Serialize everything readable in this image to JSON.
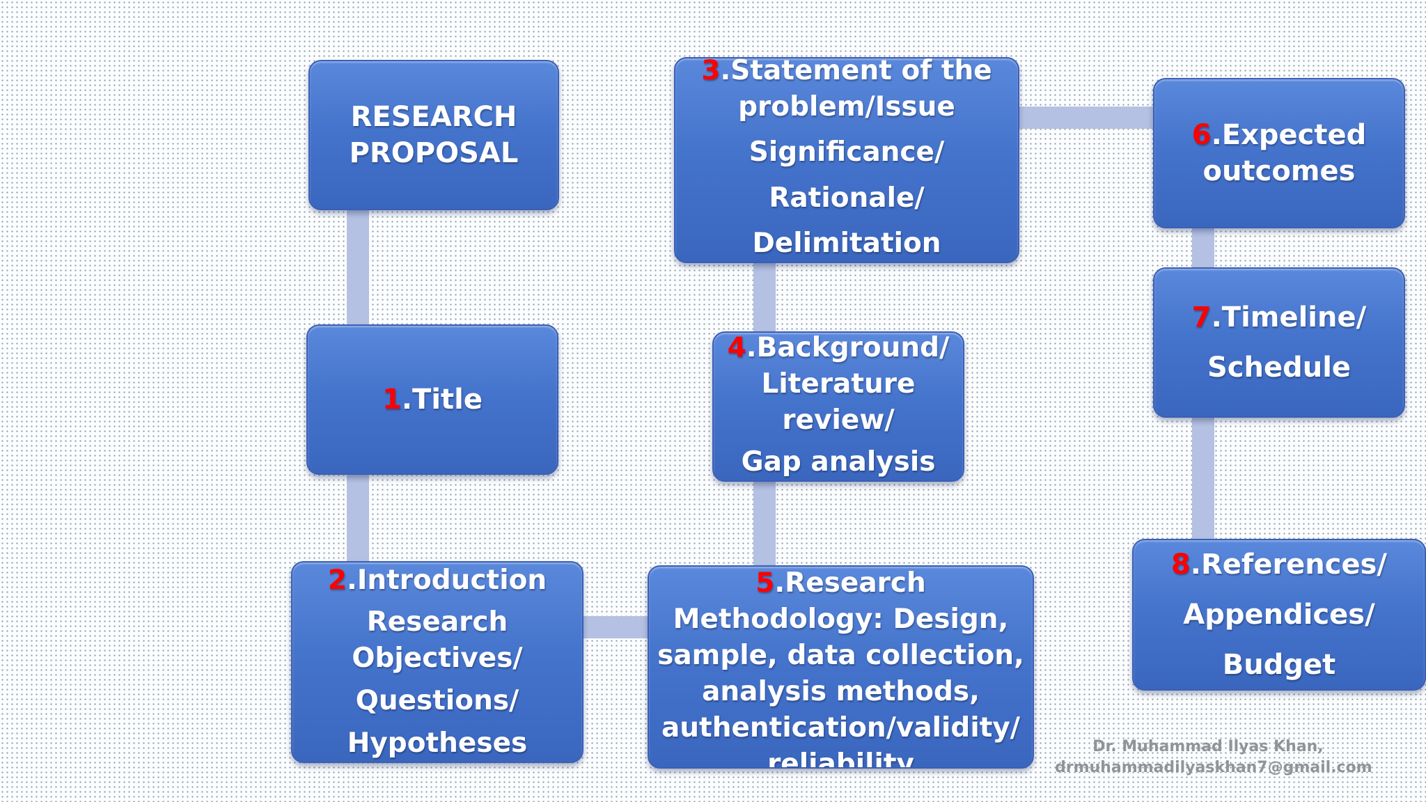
{
  "boxes": {
    "proposal": [
      "RESEARCH",
      "PROPOSAL"
    ],
    "title": {
      "num": "1",
      "text": ".Title"
    },
    "introduction": {
      "num": "2",
      "first": ".Introduction",
      "lines": [
        "Research",
        "Objectives/",
        "Questions/",
        "Hypotheses"
      ]
    },
    "statement": {
      "num": "3",
      "first": ".Statement of the",
      "lines": [
        "problem/Issue",
        "Significance/",
        "Rationale/",
        "Delimitation"
      ]
    },
    "background": {
      "num": "4",
      "first": ".Background/",
      "lines": [
        "Literature",
        "review/",
        "Gap analysis"
      ]
    },
    "methodology": {
      "num": "5",
      "first": ".Research",
      "lines": [
        "Methodology: Design,",
        "sample, data collection,",
        "analysis methods,",
        "authentication/validity/",
        "reliability"
      ]
    },
    "outcomes": {
      "num": "6",
      "first": ".Expected",
      "lines": [
        "outcomes"
      ]
    },
    "timeline": {
      "num": "7",
      "first": ".Timeline/",
      "lines": [
        "Schedule"
      ]
    },
    "references": {
      "num": "8",
      "first": ".References/",
      "lines": [
        "Appendices/",
        "Budget"
      ]
    }
  },
  "credit": {
    "name": "Dr. Muhammad Ilyas Khan,",
    "email": "drmuhammadilyaskhan7@gmail.com"
  },
  "colors": {
    "box_fill": "#4a78cf",
    "box_border": "#3b5fb5",
    "number_accent": "#ff0000",
    "connector": "#b5c1e2",
    "text": "#ffffff",
    "credit_text": "#8f9499"
  }
}
